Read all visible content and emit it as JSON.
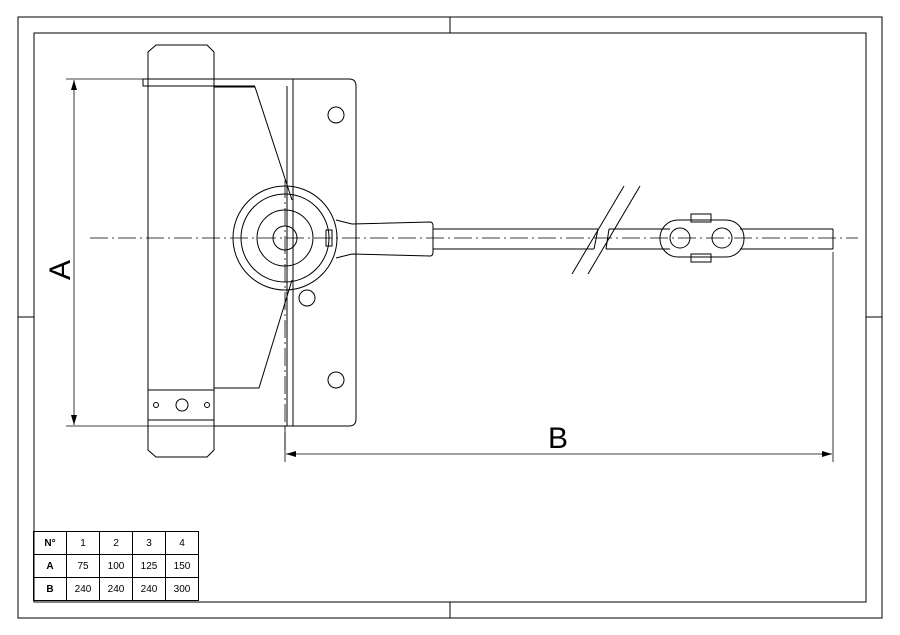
{
  "drawing": {
    "dimension_a_label": "A",
    "dimension_b_label": "B"
  },
  "spec_table": {
    "header": [
      "N°",
      "1",
      "2",
      "3",
      "4"
    ],
    "rows": [
      {
        "label": "A",
        "values": [
          "75",
          "100",
          "125",
          "150"
        ]
      },
      {
        "label": "B",
        "values": [
          "240",
          "240",
          "240",
          "300"
        ]
      }
    ]
  }
}
